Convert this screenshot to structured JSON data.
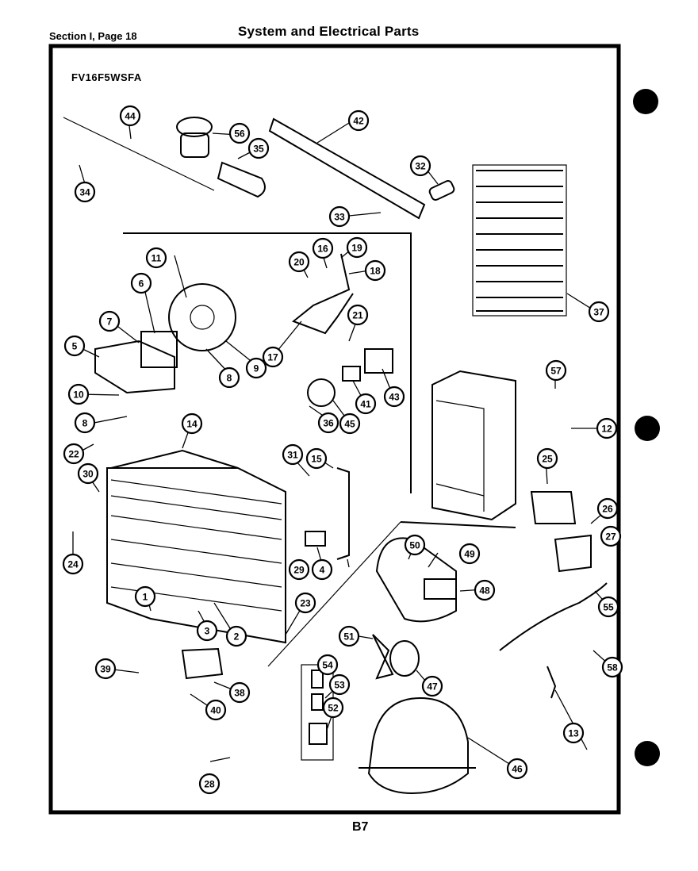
{
  "header": {
    "section_page": "Section I, Page 18",
    "title": "System and Electrical Parts",
    "model": "FV16F5WSFA"
  },
  "footer": {
    "page_code": "B7"
  },
  "callouts": [
    "1",
    "2",
    "3",
    "4",
    "5",
    "6",
    "7",
    "8",
    "8",
    "9",
    "10",
    "11",
    "12",
    "13",
    "14",
    "15",
    "16",
    "17",
    "18",
    "19",
    "20",
    "21",
    "22",
    "23",
    "24",
    "25",
    "26",
    "27",
    "28",
    "29",
    "30",
    "31",
    "32",
    "33",
    "34",
    "35",
    "36",
    "37",
    "38",
    "39",
    "40",
    "41",
    "44",
    "42",
    "43",
    "45",
    "46",
    "47",
    "48",
    "49",
    "50",
    "51",
    "52",
    "53",
    "54",
    "55",
    "56",
    "57",
    "58",
    "36"
  ]
}
